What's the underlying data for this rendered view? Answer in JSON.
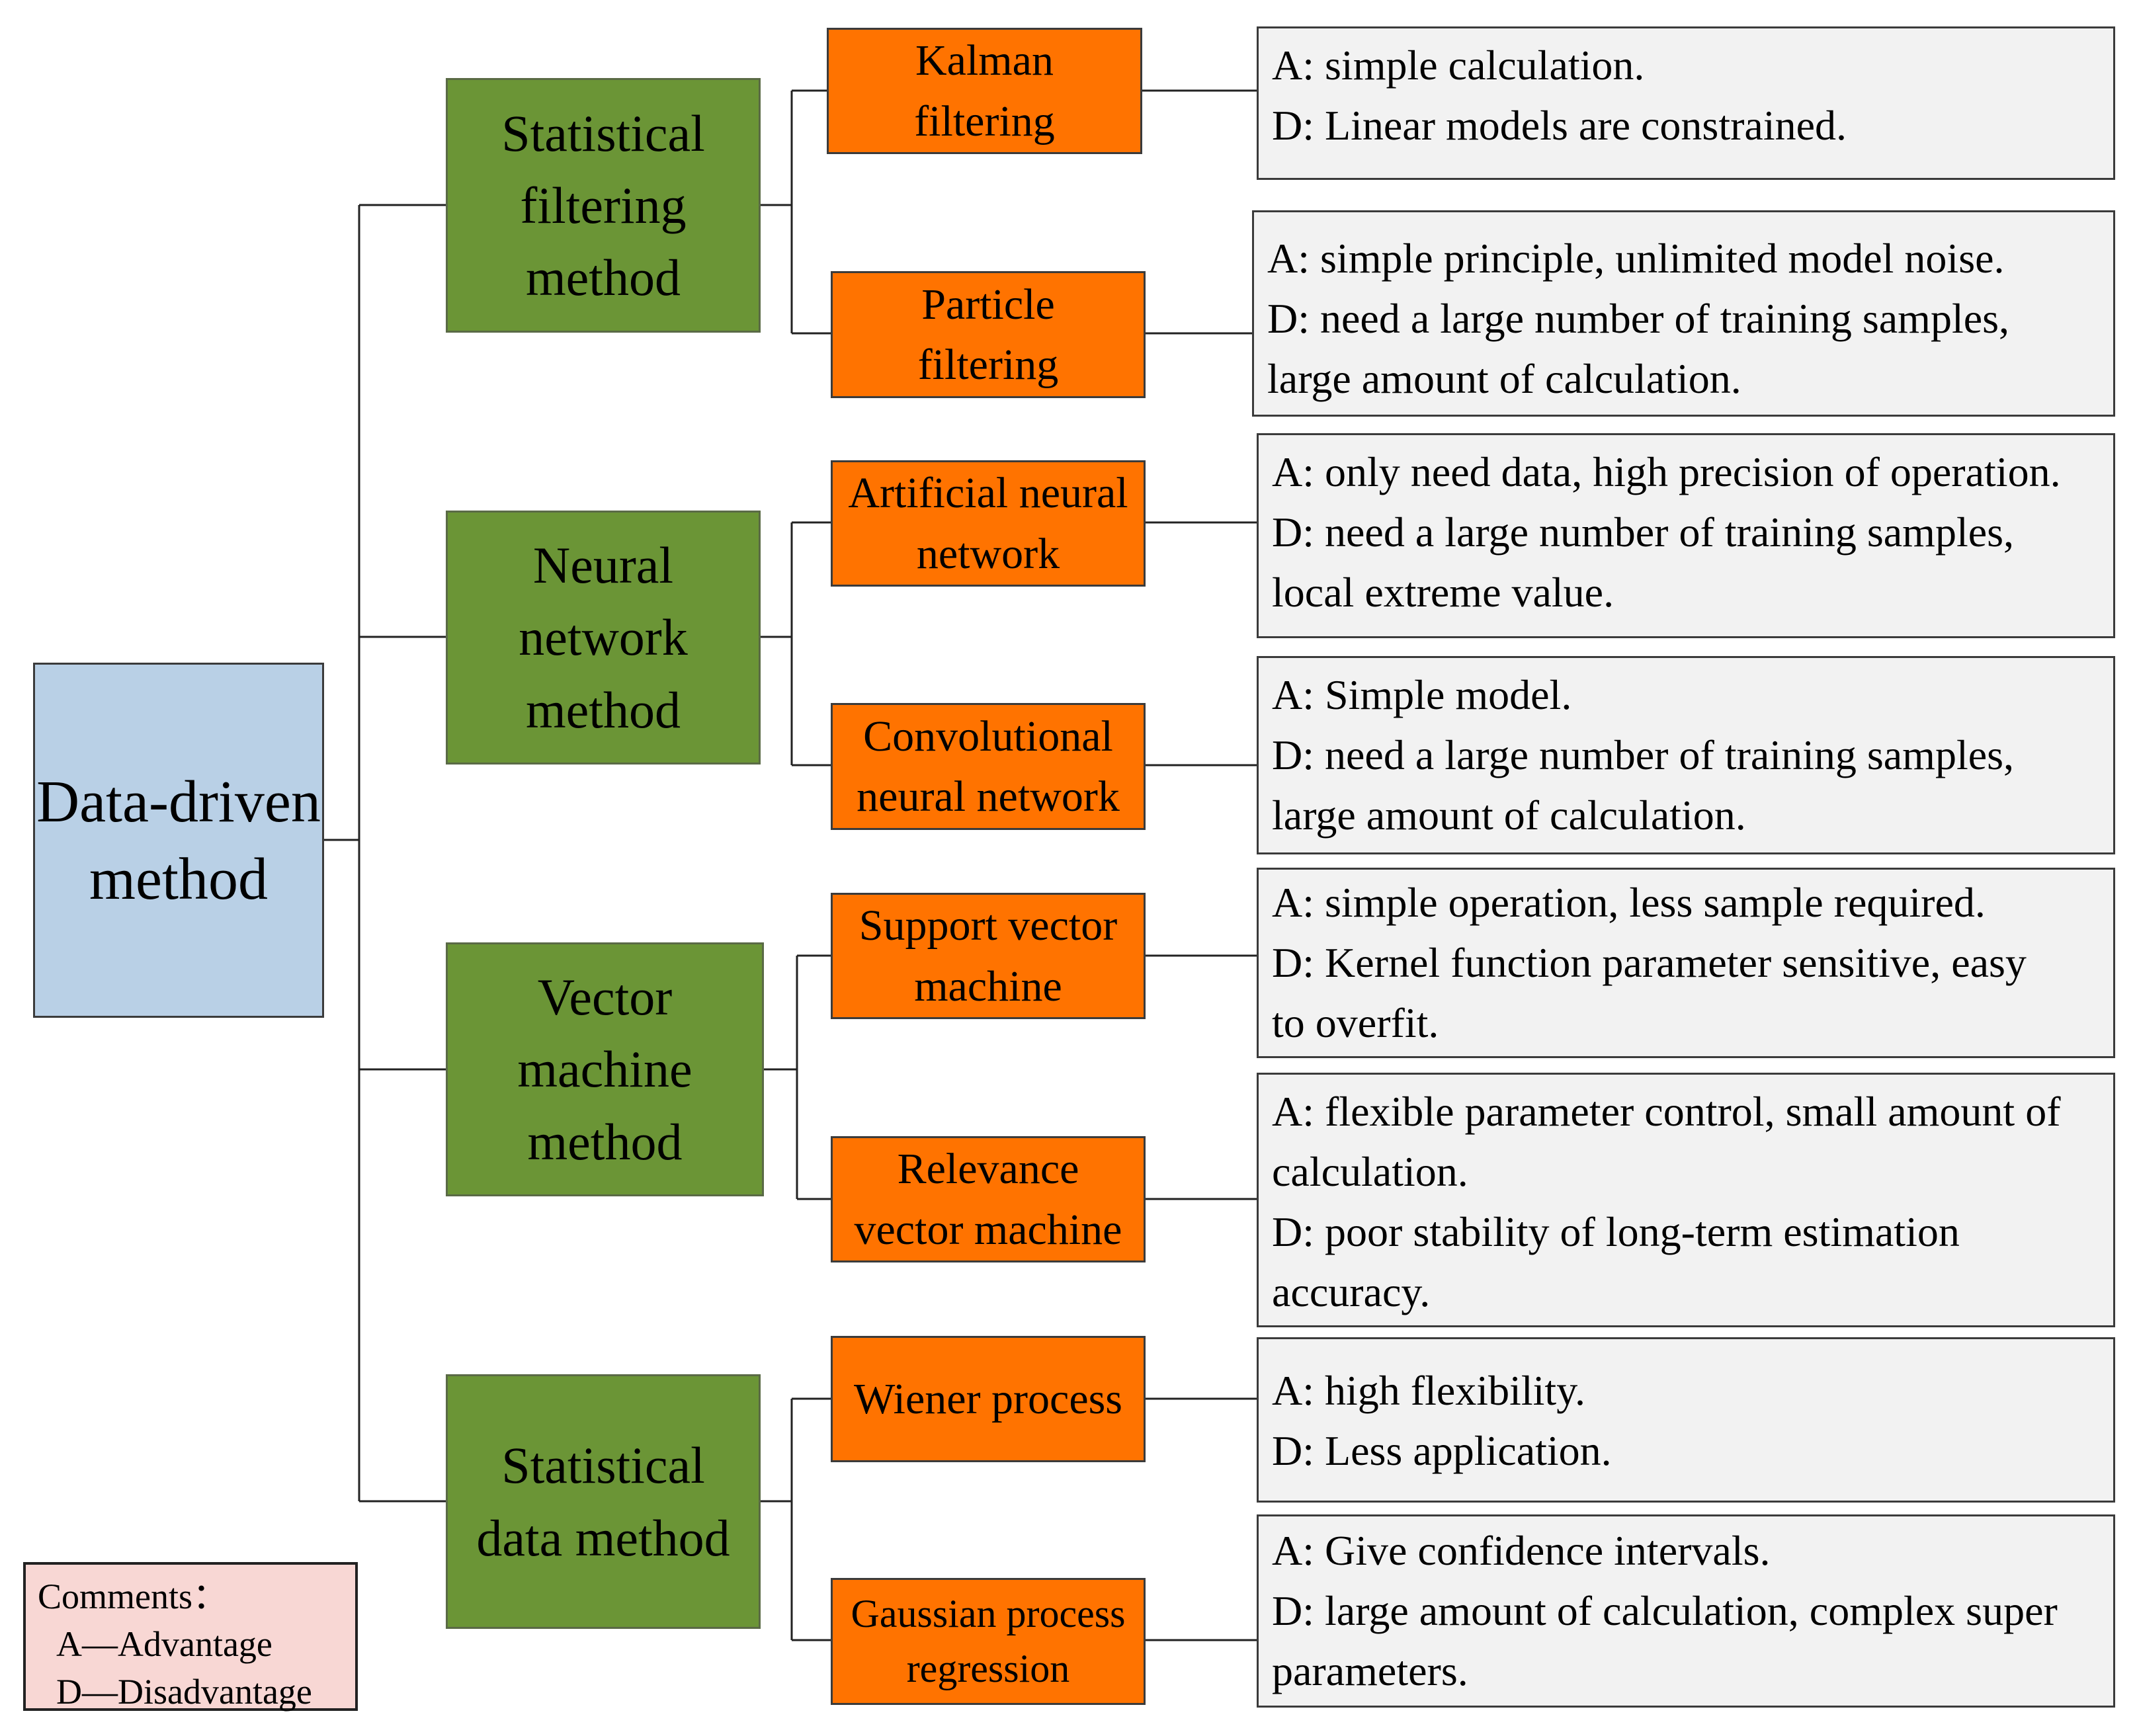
{
  "root": {
    "lines": [
      "Data-driven",
      "method"
    ]
  },
  "categories": [
    {
      "lines": [
        "Statistical",
        "filtering",
        "method"
      ],
      "methods": [
        {
          "lines": [
            "Kalman",
            "filtering"
          ],
          "desc": [
            "A: simple calculation.",
            "D: Linear models are constrained."
          ]
        },
        {
          "lines": [
            "Particle",
            "filtering"
          ],
          "desc": [
            "A: simple principle, unlimited model noise.",
            "D: need a large number of training samples,",
            "large amount of calculation."
          ]
        }
      ]
    },
    {
      "lines": [
        "Neural",
        "network",
        "method"
      ],
      "methods": [
        {
          "lines": [
            "Artificial neural",
            "network"
          ],
          "desc": [
            "A: only need data, high precision of operation.",
            "D: need a large number of training samples,",
            "local extreme value."
          ]
        },
        {
          "lines": [
            "Convolutional",
            "neural network"
          ],
          "desc": [
            "A: Simple model.",
            "D: need a large number of training samples,",
            "large amount of calculation."
          ]
        }
      ]
    },
    {
      "lines": [
        "Vector",
        "machine",
        "method"
      ],
      "methods": [
        {
          "lines": [
            "Support vector",
            "machine"
          ],
          "desc": [
            "A: simple operation, less sample required.",
            "D: Kernel function parameter sensitive, easy",
            "to overfit."
          ]
        },
        {
          "lines": [
            "Relevance",
            "vector machine"
          ],
          "desc": [
            "A: flexible parameter control, small amount of",
            "calculation.",
            "D: poor stability of long-term estimation",
            "accuracy."
          ]
        }
      ]
    },
    {
      "lines": [
        "Statistical",
        "data method"
      ],
      "methods": [
        {
          "lines": [
            "Wiener process"
          ],
          "desc": [
            "A: high flexibility.",
            "D: Less application."
          ]
        },
        {
          "lines": [
            "Gaussian process",
            "regression"
          ],
          "desc": [
            "A: Give confidence intervals.",
            "D: large amount of calculation, complex super",
            "parameters."
          ]
        }
      ]
    }
  ],
  "comments": {
    "title": "Comments：",
    "items": [
      "A—Advantage",
      "D—Disadvantage"
    ]
  }
}
